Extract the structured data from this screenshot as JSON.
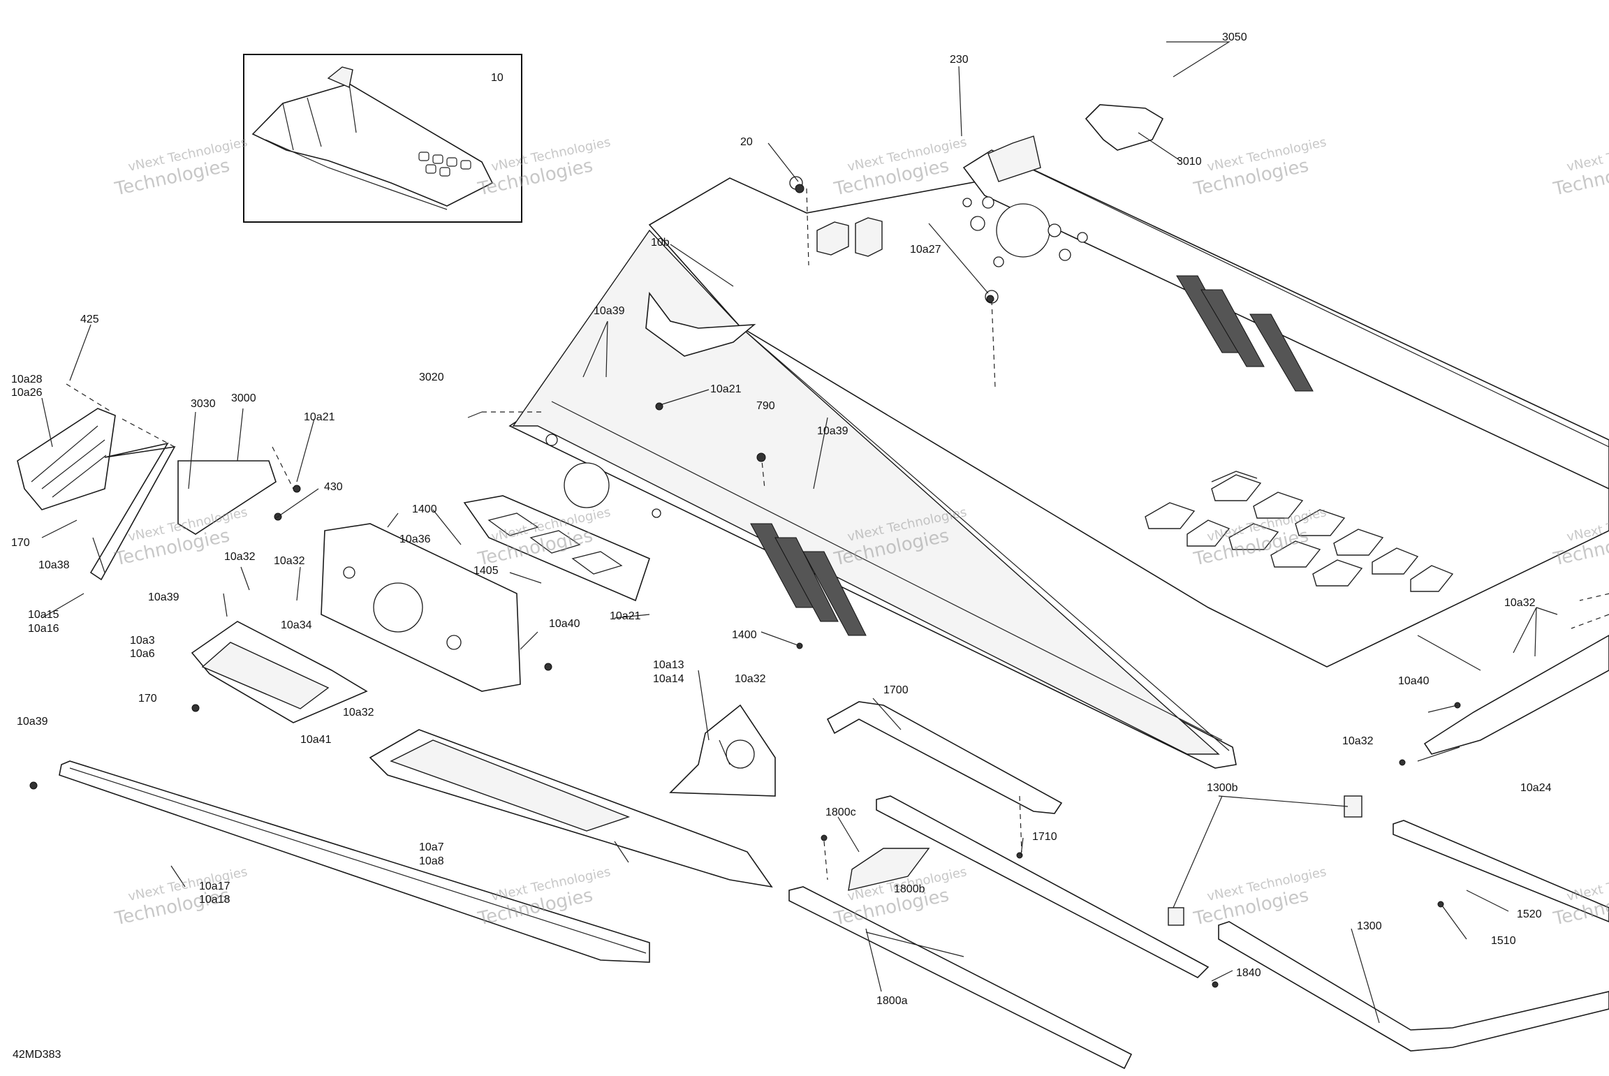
{
  "diagram": {
    "code": "42MD383",
    "inset_label": "10",
    "watermark": {
      "line1": "vNext Technologies",
      "line2": "Technologies"
    },
    "labels": [
      {
        "id": "l-10",
        "text": "10"
      },
      {
        "id": "l-230",
        "text": "230"
      },
      {
        "id": "l-3050",
        "text": "3050"
      },
      {
        "id": "l-20",
        "text": "20"
      },
      {
        "id": "l-3010",
        "text": "3010"
      },
      {
        "id": "l-10b",
        "text": "10b"
      },
      {
        "id": "l-10a27",
        "text": "10a27"
      },
      {
        "id": "l-425",
        "text": "425"
      },
      {
        "id": "l-10a39-top",
        "text": "10a39"
      },
      {
        "id": "l-10a28",
        "text": "10a28"
      },
      {
        "id": "l-10a26",
        "text": "10a26"
      },
      {
        "id": "l-3020",
        "text": "3020"
      },
      {
        "id": "l-10a21-mid",
        "text": "10a21"
      },
      {
        "id": "l-3030",
        "text": "3030"
      },
      {
        "id": "l-3000",
        "text": "3000"
      },
      {
        "id": "l-10a21-left",
        "text": "10a21"
      },
      {
        "id": "l-790",
        "text": "790"
      },
      {
        "id": "l-10a39-mid",
        "text": "10a39"
      },
      {
        "id": "l-430",
        "text": "430"
      },
      {
        "id": "l-1400-top",
        "text": "1400"
      },
      {
        "id": "l-170-top",
        "text": "170"
      },
      {
        "id": "l-10a36",
        "text": "10a36"
      },
      {
        "id": "l-10a38",
        "text": "10a38"
      },
      {
        "id": "l-10a32-a",
        "text": "10a32"
      },
      {
        "id": "l-10a32-b",
        "text": "10a32"
      },
      {
        "id": "l-1405",
        "text": "1405"
      },
      {
        "id": "l-10a15",
        "text": "10a15"
      },
      {
        "id": "l-10a16",
        "text": "10a16"
      },
      {
        "id": "l-10a39-left",
        "text": "10a39"
      },
      {
        "id": "l-10a21-bot",
        "text": "10a21"
      },
      {
        "id": "l-10a34",
        "text": "10a34"
      },
      {
        "id": "l-10a40-mid",
        "text": "10a40"
      },
      {
        "id": "l-10a32-right",
        "text": "10a32"
      },
      {
        "id": "l-10a3",
        "text": "10a3"
      },
      {
        "id": "l-10a6",
        "text": "10a6"
      },
      {
        "id": "l-1400-mid",
        "text": "1400"
      },
      {
        "id": "l-10a13",
        "text": "10a13"
      },
      {
        "id": "l-10a14",
        "text": "10a14"
      },
      {
        "id": "l-10a32-c",
        "text": "10a32"
      },
      {
        "id": "l-10a40-right",
        "text": "10a40"
      },
      {
        "id": "l-170-bot",
        "text": "170"
      },
      {
        "id": "l-1700",
        "text": "1700"
      },
      {
        "id": "l-10a32-d",
        "text": "10a32"
      },
      {
        "id": "l-10a41",
        "text": "10a41"
      },
      {
        "id": "l-10a39-bot",
        "text": "10a39"
      },
      {
        "id": "l-10a32-e",
        "text": "10a32"
      },
      {
        "id": "l-10a24",
        "text": "10a24"
      },
      {
        "id": "l-1300b",
        "text": "1300b"
      },
      {
        "id": "l-1800c",
        "text": "1800c"
      },
      {
        "id": "l-1710",
        "text": "1710"
      },
      {
        "id": "l-10a7",
        "text": "10a7"
      },
      {
        "id": "l-10a8",
        "text": "10a8"
      },
      {
        "id": "l-10a17",
        "text": "10a17"
      },
      {
        "id": "l-10a18",
        "text": "10a18"
      },
      {
        "id": "l-1800b",
        "text": "1800b"
      },
      {
        "id": "l-1520",
        "text": "1520"
      },
      {
        "id": "l-1510",
        "text": "1510"
      },
      {
        "id": "l-1300",
        "text": "1300"
      },
      {
        "id": "l-1840",
        "text": "1840"
      },
      {
        "id": "l-1800a",
        "text": "1800a"
      }
    ]
  }
}
